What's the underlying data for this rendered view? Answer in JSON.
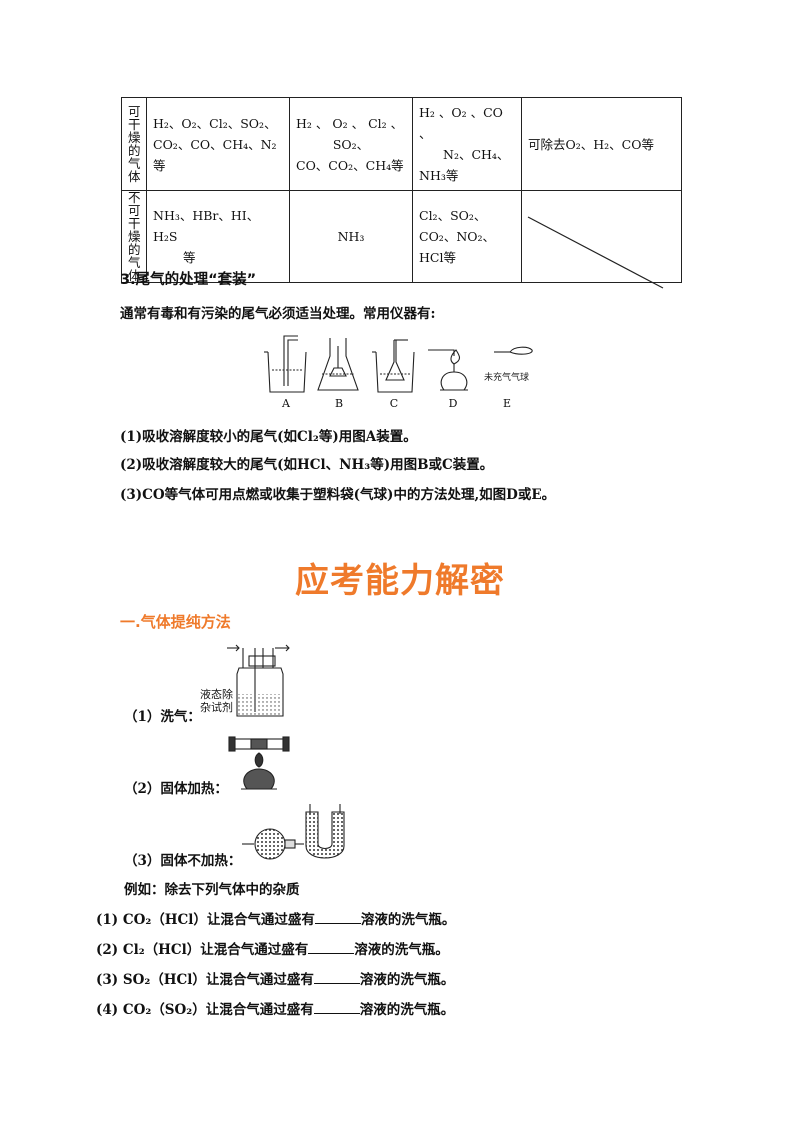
{
  "table": {
    "rows": [
      {
        "header": "可干燥的气体",
        "c1": [
          "H₂、O₂、Cl₂、SO₂、",
          "CO₂、CO、CH₄、N₂等"
        ],
        "c2": [
          "H₂ 、 O₂ 、 Cl₂ 、",
          "SO₂、",
          "CO、CO₂、CH₄等"
        ],
        "c3": [
          "H₂ 、O₂ 、CO 、",
          "N₂、CH₄、",
          "NH₃等"
        ],
        "c4": [
          "可除去O₂、H₂、CO等"
        ]
      },
      {
        "header": "不可干燥的气体",
        "c1": [
          "NH₃、HBr、HI、H₂S",
          "等"
        ],
        "c2": [
          "NH₃"
        ],
        "c3": [
          "Cl₂、SO₂、",
          "CO₂、NO₂、",
          "HCl等"
        ],
        "c4": []
      }
    ]
  },
  "section3": {
    "title": "3.尾气的处理“套装”",
    "intro": "通常有毒和有污染的尾气必须适当处理。常用仪器有:",
    "figure_labels": [
      "A",
      "B",
      "C",
      "D",
      "E"
    ],
    "balloon_label": "未充气气球",
    "items": [
      "(1)吸收溶解度较小的尾气(如Cl₂等)用图A装置。",
      "(2)吸收溶解度较大的尾气(如HCl、NH₃等)用图B或C装置。",
      "(3)CO等气体可用点燃或收集于塑料袋(气球)中的方法处理,如图D或E。"
    ]
  },
  "title_banner": "应考能力解密",
  "section1": {
    "title": "一.气体提纯方法",
    "bottle_label_1": "液态除",
    "bottle_label_2": "杂试剂",
    "method1": "（1）洗气：",
    "method2": "（2）固体加热：",
    "method3": "（3）固体不加热：",
    "example_intro": "例如：除去下列气体中的杂质",
    "examples": [
      {
        "pre": "(1) CO₂（HCl）让混合气通过盛有",
        "post": "溶液的洗气瓶。"
      },
      {
        "pre": "(2) Cl₂（HCl）让混合气通过盛有",
        "post": "溶液的洗气瓶。"
      },
      {
        "pre": "(3) SO₂（HCl）让混合气通过盛有",
        "post": "溶液的洗气瓶。"
      },
      {
        "pre": "(4) CO₂（SO₂）让混合气通过盛有",
        "post": "溶液的洗气瓶。"
      }
    ]
  },
  "colors": {
    "accent": "#ef7a2b"
  }
}
